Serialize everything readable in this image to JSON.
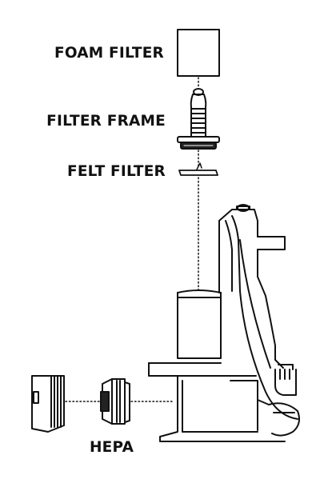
{
  "labels": {
    "foam_filter": "FOAM FILTER",
    "filter_frame": "FILTER FRAME",
    "felt_filter": "FELT FILTER",
    "hepa": "HEPA"
  },
  "colors": {
    "line": "#111111",
    "text": "#111111",
    "background": "#ffffff"
  }
}
